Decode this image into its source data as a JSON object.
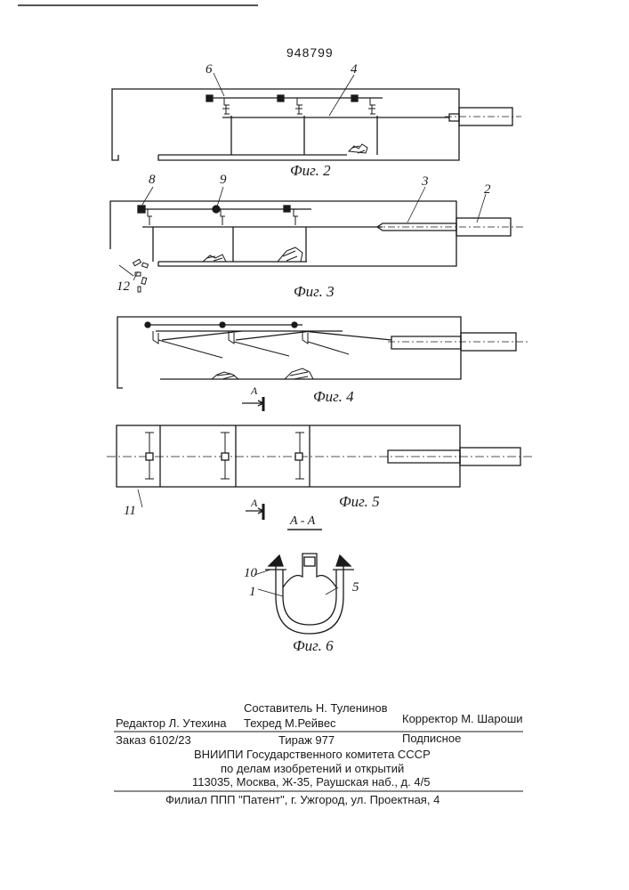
{
  "patent_number": "948799",
  "figures": {
    "fig2": {
      "caption": "Фиг. 2",
      "labels": {
        "l6": "6",
        "l4": "4"
      }
    },
    "fig3": {
      "caption": "Фиг. 3",
      "labels": {
        "l8": "8",
        "l9": "9",
        "l3": "3",
        "l2": "2",
        "l12": "12"
      }
    },
    "fig4": {
      "caption": "Фиг. 4",
      "section_mark": "A"
    },
    "fig5": {
      "caption": "Фиг. 5",
      "labels": {
        "l11": "11"
      },
      "section_mark": "A"
    },
    "fig6": {
      "caption": "Фиг. 6",
      "section_title": "A - A",
      "labels": {
        "l10": "10",
        "l1": "1",
        "l5": "5"
      }
    }
  },
  "footer": {
    "editor": "Редактор Л. Утехина",
    "compiler": "Составитель Н. Туленинов",
    "techred": "Техред М.Рейвес",
    "corrector": "Корректор М. Шароши",
    "order": "Заказ  6102/23",
    "circulation": "Тираж  977",
    "subscription": "Подписное",
    "org1": "ВНИИПИ Государственного комитета СССР",
    "org2": "по делам изобретений и открытий",
    "address": "113035, Москва, Ж-35, Раушская наб., д. 4/5",
    "branch": "Филиал ППП \"Патент\", г. Ужгород, ул. Проектная, 4"
  }
}
